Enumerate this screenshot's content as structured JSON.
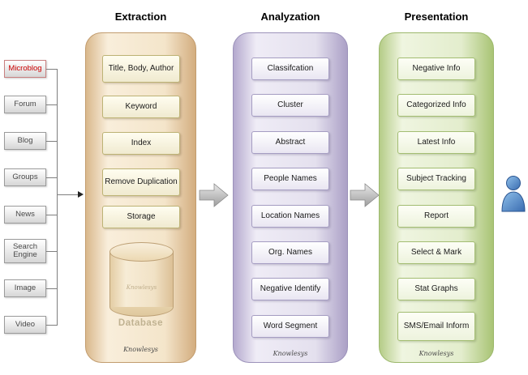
{
  "headers": {
    "extraction": "Extraction",
    "analyzation": "Analyzation",
    "presentation": "Presentation"
  },
  "sources": [
    {
      "label": "Microblog",
      "highlighted": true
    },
    {
      "label": "Forum",
      "highlighted": false
    },
    {
      "label": "Blog",
      "highlighted": false
    },
    {
      "label": "Groups",
      "highlighted": false
    },
    {
      "label": "News",
      "highlighted": false
    },
    {
      "label": "Search Engine",
      "highlighted": false
    },
    {
      "label": "Image",
      "highlighted": false
    },
    {
      "label": "Video",
      "highlighted": false
    }
  ],
  "extraction": {
    "steps": [
      "Title, Body, Author",
      "Keyword",
      "Index",
      "Remove Duplication",
      "Storage"
    ],
    "database_label": "Database",
    "logo": "Knowlesys"
  },
  "analyzation": {
    "steps": [
      "Classifcation",
      "Cluster",
      "Abstract",
      "People Names",
      "Location Names",
      "Org. Names",
      "Negative Identify",
      "Word Segment"
    ],
    "logo": "Knowlesys"
  },
  "presentation": {
    "steps": [
      "Negative Info",
      "Categorized Info",
      "Latest Info",
      "Subject Tracking",
      "Report",
      "Select & Mark",
      "Stat Graphs",
      "SMS/Email Inform"
    ],
    "logo": "Knowlesys"
  },
  "icons": {
    "flow-arrow-icon": "gray block arrow pointing right",
    "user-icon": "blue person silhouette",
    "database-icon": "cylinder shape",
    "arrowhead-icon": "small black triangle"
  },
  "colors": {
    "highlight_source": "#cc0000",
    "extraction_panel": "#f4e5ca",
    "analyzation_panel": "#e4e0ee",
    "presentation_panel": "#e3edcd",
    "flow_arrow": "#bcbcbc",
    "person": "#4f81bd"
  }
}
